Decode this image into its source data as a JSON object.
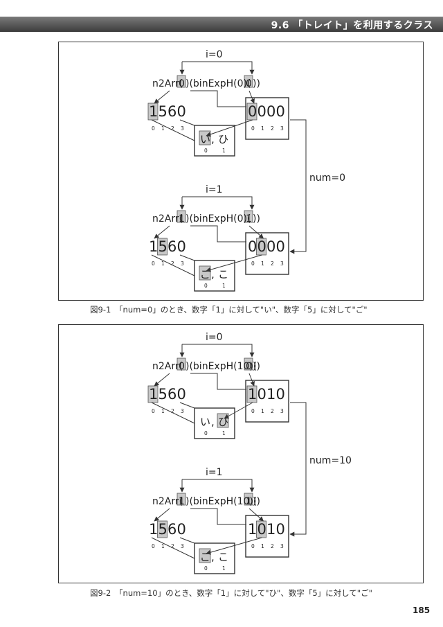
{
  "header": {
    "title": "9.6 「トレイト」を利用するクラス"
  },
  "page_number": "185",
  "figures": [
    {
      "caption": "図9-1　「num=0」のとき、数字「1」に対して\"い\"、数字「5」に対して\"ご\"",
      "num_label": "num=0",
      "blocks": [
        {
          "i_label": "i=0",
          "expr": {
            "p1": "n2Arr(",
            "idx": "0",
            "p2": ")(binExpH(0)(",
            "idx2": "0",
            "p3": "))"
          },
          "digits": [
            "1",
            "5",
            "6",
            "0"
          ],
          "bits": [
            "0",
            "0",
            "0",
            "0"
          ],
          "kana": [
            "い",
            "ひ"
          ],
          "sep": ",",
          "pos4": [
            "0",
            "1",
            "2",
            "3"
          ],
          "pos2": [
            "0",
            "1"
          ]
        },
        {
          "i_label": "i=1",
          "expr": {
            "p1": "n2Arr(",
            "idx": "1",
            "p2": ")(binExpH(0)(",
            "idx2": "1",
            "p3": "))"
          },
          "digits": [
            "1",
            "5",
            "6",
            "0"
          ],
          "bits": [
            "0",
            "0",
            "0",
            "0"
          ],
          "kana": [
            "ご",
            "こ"
          ],
          "sep": ",",
          "pos4": [
            "0",
            "1",
            "2",
            "3"
          ],
          "pos2": [
            "0",
            "1"
          ]
        }
      ]
    },
    {
      "caption": "図9-2　「num=10」のとき、数字「1」に対して\"ひ\"、数字「5」に対して\"ご\"",
      "num_label": "num=10",
      "blocks": [
        {
          "i_label": "i=0",
          "expr": {
            "p1": "n2Arr(",
            "idx": "0",
            "p2": ")(binExpH(10)(",
            "idx2": "0",
            "p3": "))"
          },
          "digits": [
            "1",
            "5",
            "6",
            "0"
          ],
          "bits": [
            "1",
            "0",
            "1",
            "0"
          ],
          "kana": [
            "い",
            "ひ"
          ],
          "sep": ",",
          "pos4": [
            "0",
            "1",
            "2",
            "3"
          ],
          "pos2": [
            "0",
            "1"
          ]
        },
        {
          "i_label": "i=1",
          "expr": {
            "p1": "n2Arr(",
            "idx": "1",
            "p2": ")(binExpH(10)(",
            "idx2": "1",
            "p3": "))"
          },
          "digits": [
            "1",
            "5",
            "6",
            "0"
          ],
          "bits": [
            "1",
            "0",
            "1",
            "0"
          ],
          "kana": [
            "ご",
            "こ"
          ],
          "sep": ",",
          "pos4": [
            "0",
            "1",
            "2",
            "3"
          ],
          "pos2": [
            "0",
            "1"
          ]
        }
      ]
    }
  ],
  "highlight_color": "#c8c8c8"
}
